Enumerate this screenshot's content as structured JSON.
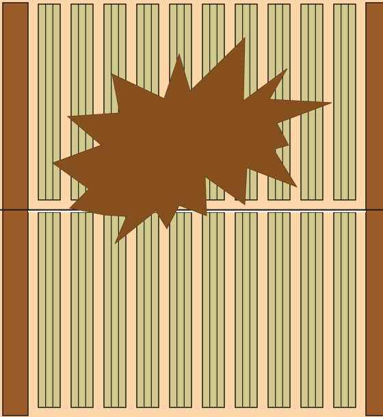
{
  "diagram": {
    "panel_count": 2,
    "strips_per_panel": 10,
    "lanes_per_strip": 3,
    "colors": {
      "background": "#ffd5aa",
      "side_rail": "#9b5a2a",
      "rail_outline": "#1a1a1a",
      "strip_fill": "#d2ca8b",
      "strip_outline": "#1a1a1a",
      "divider_line": "#1a1a1a",
      "highlight_line": "#ffffff",
      "blast": "#86511e",
      "blast_outline": "#6e4218"
    },
    "icons": {
      "explosion": "explosion-burst-icon"
    }
  }
}
